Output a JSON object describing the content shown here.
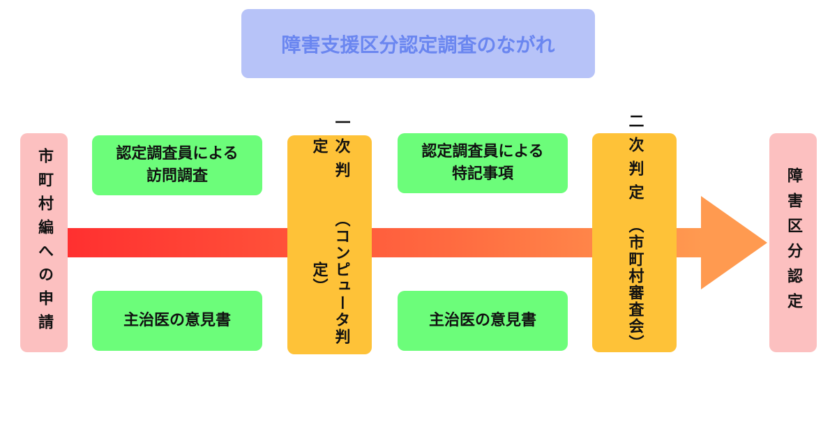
{
  "title": "障害支援区分認定調査のながれ",
  "steps": {
    "application": "市町村編への申請",
    "visit_survey": "認定調査員による\n訪問調査",
    "doctor_opinion_1": "主治医の意見書",
    "first_judgment": "一次判定",
    "first_judgment_sub": "（コンピュータ判定）",
    "special_notes": "認定調査員による\n特記事項",
    "doctor_opinion_2": "主治医の意見書",
    "second_judgment": "二次判定",
    "second_judgment_sub": "（市町村審査会）",
    "result": "障害区分認定"
  },
  "colors": {
    "title_bg": "#b7c3f8",
    "title_text": "#6a86f0",
    "pink": "#fcc0c0",
    "green": "#6cfd7a",
    "orange": "#fec238",
    "arrow_start": "#ff3030",
    "arrow_end": "#ff9a50"
  }
}
